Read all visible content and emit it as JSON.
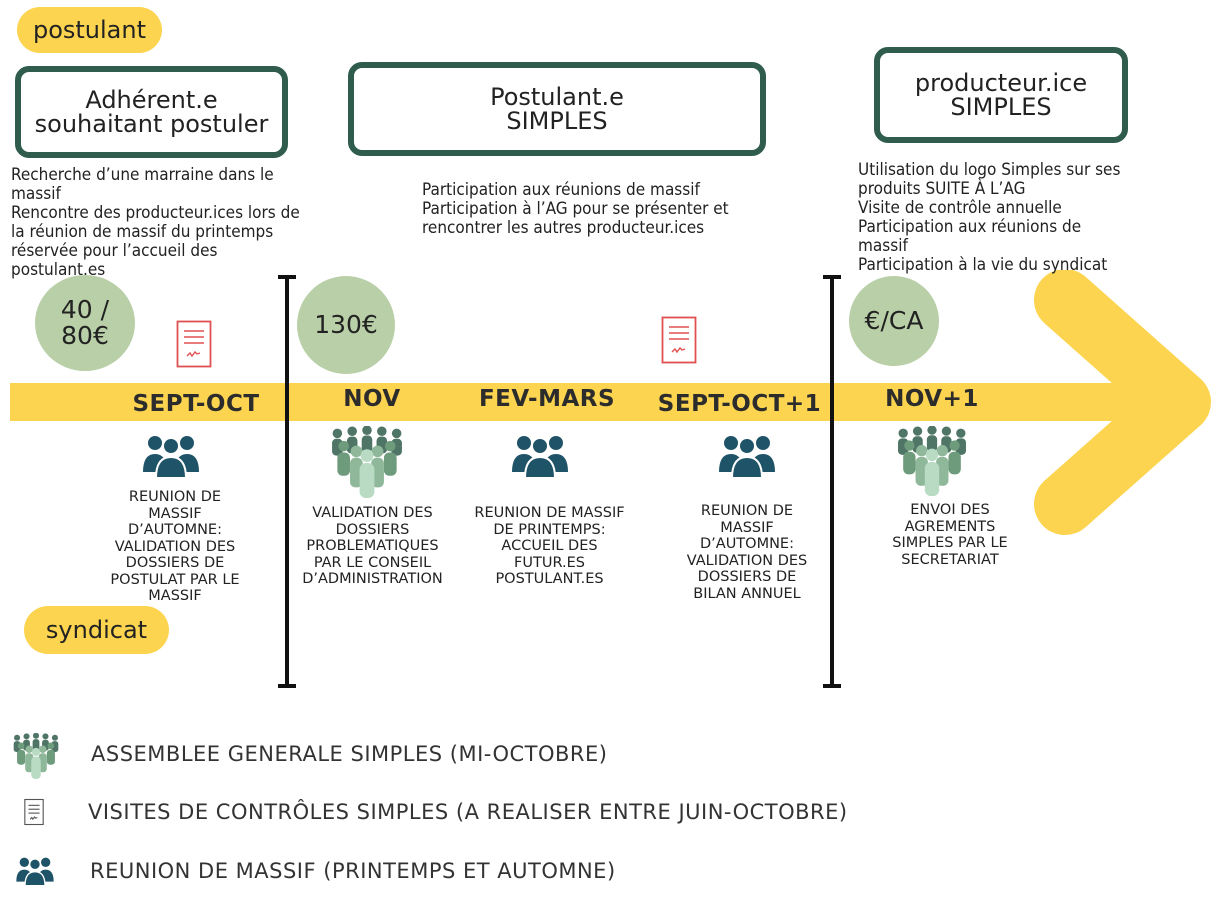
{
  "labels": {
    "top": "postulant",
    "bottom": "syndicat"
  },
  "boxes": [
    {
      "lines": [
        "Adhérent.e",
        "souhaitant postuler"
      ]
    },
    {
      "lines": [
        "Postulant.e",
        "SIMPLES"
      ]
    },
    {
      "lines": [
        "producteur.ice",
        "SIMPLES"
      ]
    }
  ],
  "descriptions": [
    "Recherche d’une marraine dans le\nmassif\nRencontre des producteur.ices lors de\nla réunion de massif du printemps\nréservée pour l’accueil des\npostulant.es",
    "Participation aux réunions de massif\nParticipation à l’AG pour se présenter et\nrencontrer les autres producteur.ices",
    "Utilisation du logo Simples sur ses\nproduits SUITE À L’AG\nVisite de contrôle annuelle\nParticipation aux réunions de\nmassif\nParticipation à la vie du syndicat"
  ],
  "fees": [
    "40 /\n80€",
    "130€",
    "€/CA"
  ],
  "months": [
    "SEPT-OCT",
    "NOV",
    "FEV-MARS",
    "SEPT-OCT+1",
    "NOV+1"
  ],
  "events": [
    {
      "icon": "reunion-massif-icon",
      "text": "REUNION DE MASSIF\nD’AUTOMNE:\nVALIDATION DES\nDOSSIERS DE\nPOSTULAT PAR LE\nMASSIF"
    },
    {
      "icon": "assemblee-generale-icon",
      "text": "VALIDATION DES\nDOSSIERS\nPROBLEMATIQUES\nPAR LE CONSEIL\nD’ADMINISTRATION"
    },
    {
      "icon": "reunion-massif-icon",
      "text": "REUNION DE MASSIF\nDE PRINTEMPS:\nACCUEIL DES\nFUTUR.ES\nPOSTULANT.ES"
    },
    {
      "icon": "reunion-massif-icon",
      "text": "REUNION DE\nMASSIF\nD’AUTOMNE:\nVALIDATION DES\nDOSSIERS DE\nBILAN ANNUEL"
    },
    {
      "icon": "assemblee-generale-icon",
      "text": "ENVOI DES\nAGREMENTS\nSIMPLES PAR LE\nSECRETARIAT"
    }
  ],
  "legend": [
    {
      "icon": "assemblee-generale-icon",
      "text": "ASSEMBLEE GENERALE SIMPLES (MI-OCTOBRE)"
    },
    {
      "icon": "visite-controle-icon",
      "text": "VISITES DE CONTRÔLES  SIMPLES (A REALISER ENTRE JUIN-OCTOBRE)"
    },
    {
      "icon": "reunion-massif-icon",
      "text": "REUNION DE MASSIF (PRINTEMPS ET AUTOMNE)"
    }
  ],
  "colors": {
    "arrow": "#fcd44f",
    "box_border": "#2f5c4d",
    "fee_circle": "#b8cfa7",
    "group_dark": "#1f5468",
    "crowd_green": "#6e9b7c",
    "document_red": "#e15050"
  }
}
